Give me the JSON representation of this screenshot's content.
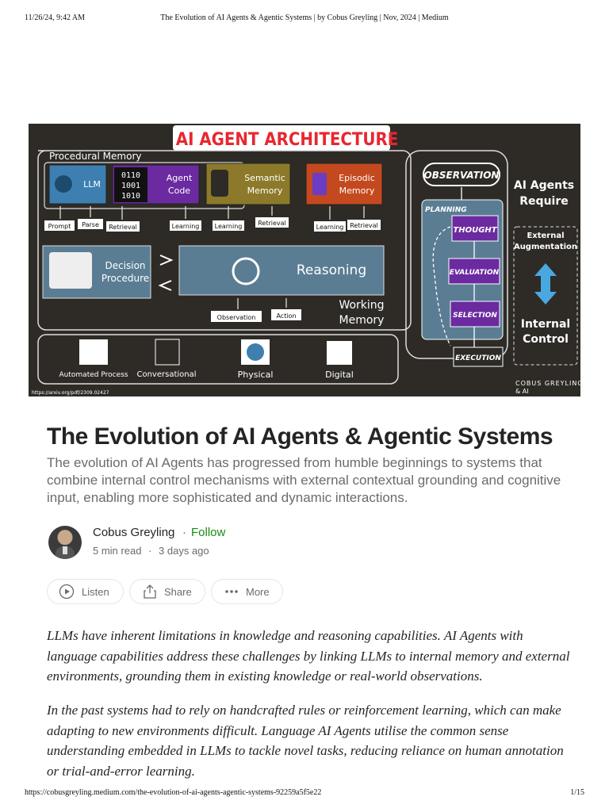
{
  "print_header": {
    "datetime": "11/26/24, 9:42 AM",
    "page_title": "The Evolution of AI Agents & Agentic Systems | by Cobus Greyling | Nov, 2024 | Medium"
  },
  "hero": {
    "title": "AI AGENT ARCHITECTURE",
    "procedural_memory": "Procedural Memory",
    "llm": "LLM",
    "agent_code": "Agent Code",
    "agent_code_bits": "0110 1001 1010",
    "semantic_memory": "Semantic Memory",
    "episodic_memory": "Episodic Memory",
    "prompt": "Prompt",
    "parse": "Parse",
    "retrieval": "Retrieval",
    "learning": "Learning",
    "decision_procedure": "Decision Procedure",
    "reasoning": "Reasoning",
    "working_memory": "Working Memory",
    "observation_label": "Observation",
    "action_label": "Action",
    "env": [
      "Automated Process",
      "Conversational",
      "Physical",
      "Digital"
    ],
    "observation": "OBSERVATION",
    "planning": "PLANNING",
    "thought": "THOUGHT",
    "evaluation": "EVALUATION",
    "selection": "SELECTION",
    "execution": "EXECUTION",
    "require": "AI Agents Require",
    "external": "External Augmentation",
    "internal": "Internal Control",
    "credit": "COBUS GREYLING & AI",
    "source": "https://arxiv.org/pdf/2309.02427"
  },
  "article": {
    "title": "The Evolution of AI Agents & Agentic Systems",
    "subtitle": "The evolution of AI Agents has progressed from humble beginnings to systems that combine internal control mechanisms with external contextual grounding and cognitive input, enabling more sophisticated and dynamic interactions.",
    "author": "Cobus Greyling",
    "separator": "·",
    "follow": "Follow",
    "read_time": "5 min read",
    "published": "3 days ago",
    "actions": {
      "listen": "Listen",
      "share": "Share",
      "more": "More"
    },
    "paragraphs": [
      "LLMs have inherent limitations in knowledge and reasoning capabilities. AI Agents with language capabilities address these challenges by linking LLMs to internal memory and external environments, grounding them in existing knowledge or real-world observations.",
      "In the past systems had to rely on handcrafted rules or reinforcement learning, which can make adapting to new environments difficult. Language AI Agents utilise the common sense understanding embedded in LLMs to tackle novel tasks, reducing reliance on human annotation or trial-and-error learning."
    ]
  },
  "print_footer": {
    "url": "https://cobusgreyling.medium.com/the-evolution-of-ai-agents-agentic-systems-92259a5f5e22",
    "page": "1/15"
  },
  "colors": {
    "follow": "#1a8917",
    "hero_bg": "#2e2b27",
    "title_red": "#e8262f"
  }
}
